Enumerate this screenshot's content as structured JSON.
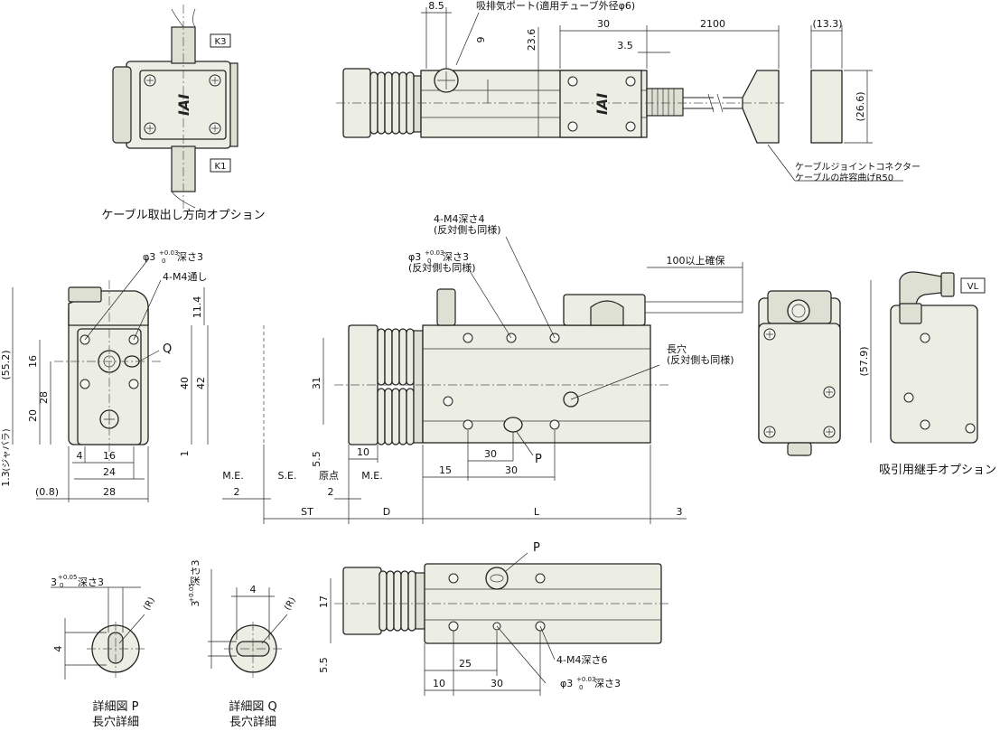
{
  "labels": {
    "cable_option": "ケーブル取出し方向オプション",
    "suction_option": "吸引用継手オプション",
    "detail_p": "詳細図 P",
    "detail_q": "詳細図 Q",
    "slot_detail": "長穴詳細",
    "exhaust_port": "吸排気ポート(適用チューブ外径φ6)",
    "connector_1": "ケーブルジョイントコネクター",
    "connector_2": "ケーブルの許容曲げR50",
    "m4_depth4": "4-M4深さ4",
    "opposite_same": "(反対側も同様)",
    "phi3_prefix": "φ3",
    "depth3": "深さ3",
    "tol_003": "+0.03",
    "tol_0": "0",
    "tol_005": "+0.05",
    "m4_through": "4-M4通し",
    "long_hole": "長穴",
    "m4_depth6": "4-M4深さ6",
    "clearance": "100以上確保",
    "origin": "原点",
    "bellows": "(ジャバラ)",
    "p": "P",
    "q": "Q",
    "r": "(R)",
    "k1": "K1",
    "k3": "K3",
    "vl": "VL",
    "logo": "IAI"
  },
  "dims": {
    "d8_5": "8.5",
    "d30": "30",
    "d2100": "2100",
    "d13_3": "(13.3)",
    "d3_5": "3.5",
    "d9": "9",
    "d23_6": "23.6",
    "d26_6": "(26.6)",
    "d55_2": "(55.2)",
    "d11_4": "11.4",
    "d16": "16",
    "d40": "40",
    "d42": "42",
    "d28": "28",
    "d20": "20",
    "d1": "1",
    "d1_3": "1.3",
    "d4": "4",
    "d24": "24",
    "d0_8": "(0.8)",
    "d31": "31",
    "d5_5": "5.5",
    "d10": "10",
    "d15": "15",
    "me": "M.E.",
    "se": "S.E.",
    "d2": "2",
    "st": "ST",
    "dd": "D",
    "ll": "L",
    "d3": "3",
    "d57_9": "(57.9)",
    "d17": "17",
    "d25": "25",
    "d3_dia": "3"
  }
}
